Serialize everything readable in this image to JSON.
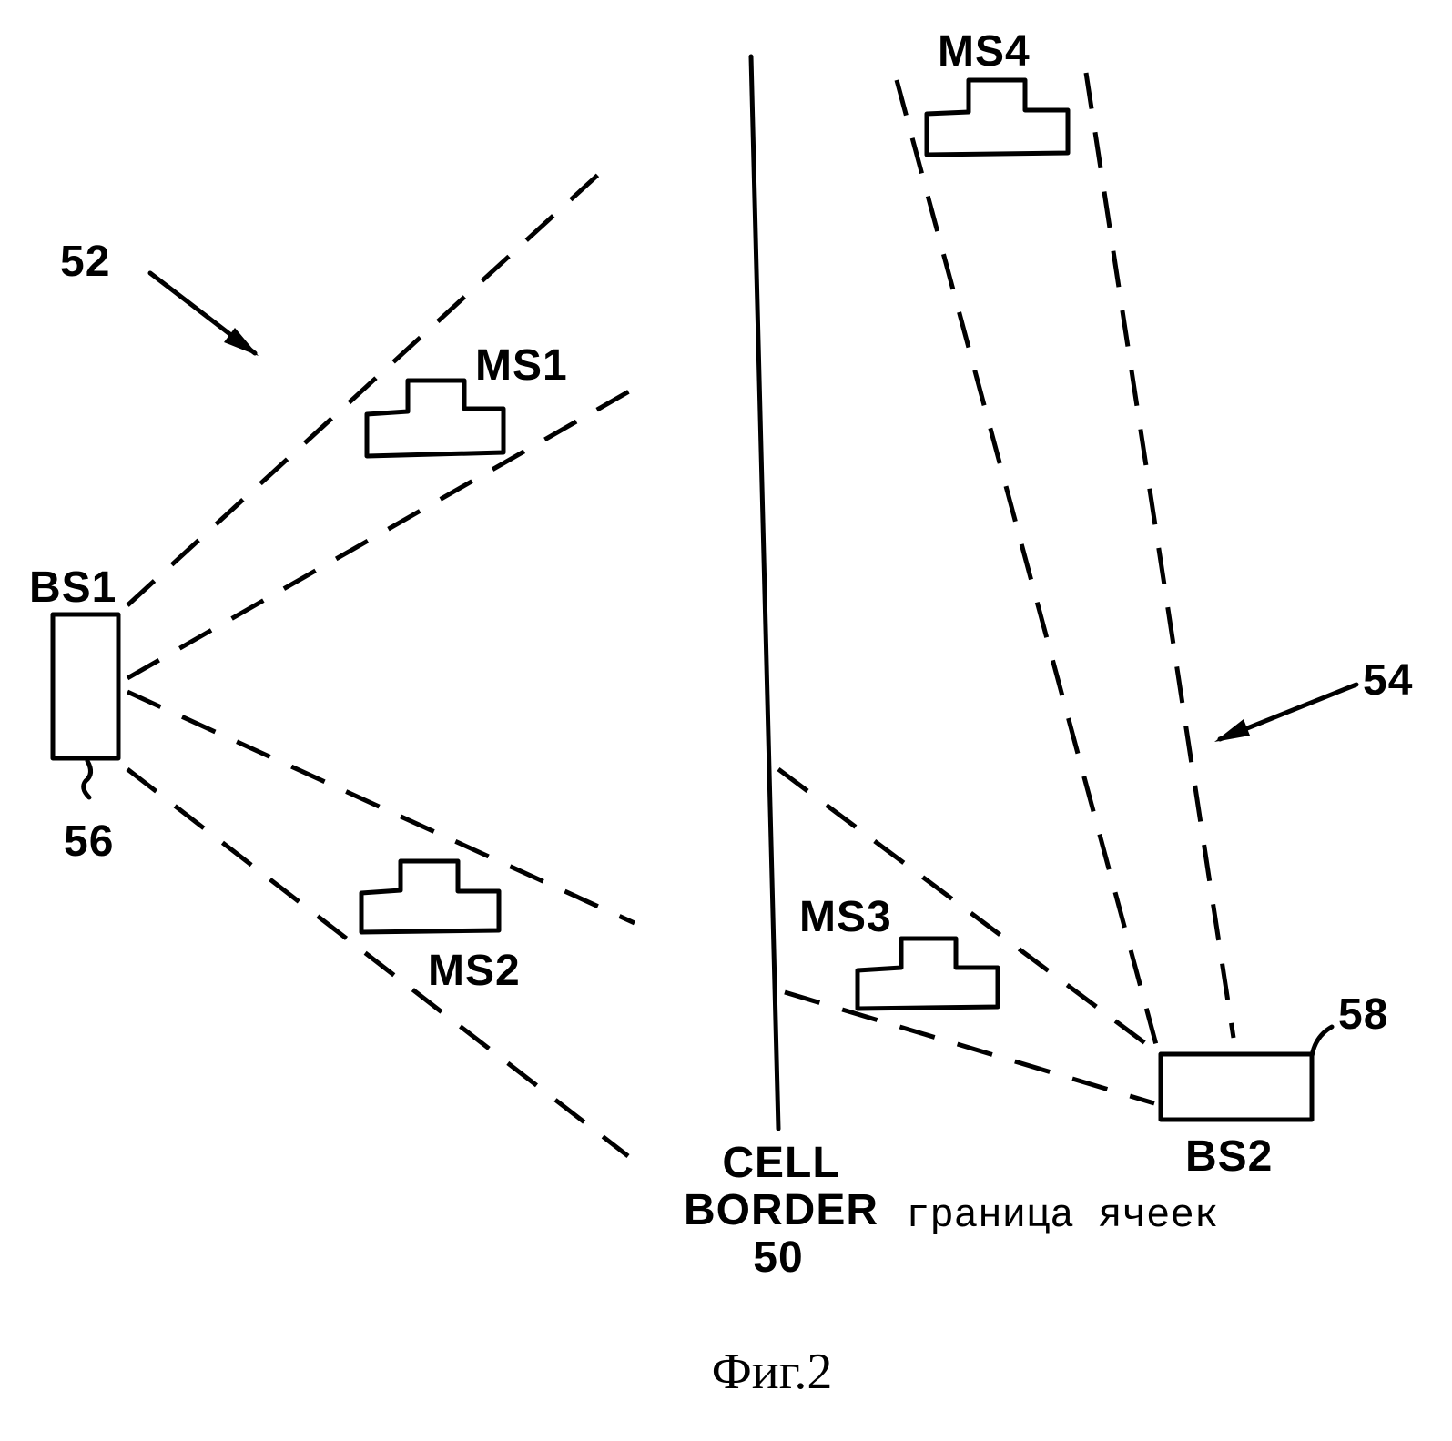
{
  "labels": {
    "ref_52": "52",
    "ref_54": "54",
    "ref_56": "56",
    "ref_58": "58",
    "bs1": "BS1",
    "bs2": "BS2",
    "ms1": "MS1",
    "ms2": "MS2",
    "ms3": "MS3",
    "ms4": "MS4",
    "cell_border_line1": "CELL",
    "cell_border_line2": "BORDER",
    "cell_border_line3": "50",
    "cell_border_ru": "граница ячеек"
  },
  "caption": "Фиг.2"
}
